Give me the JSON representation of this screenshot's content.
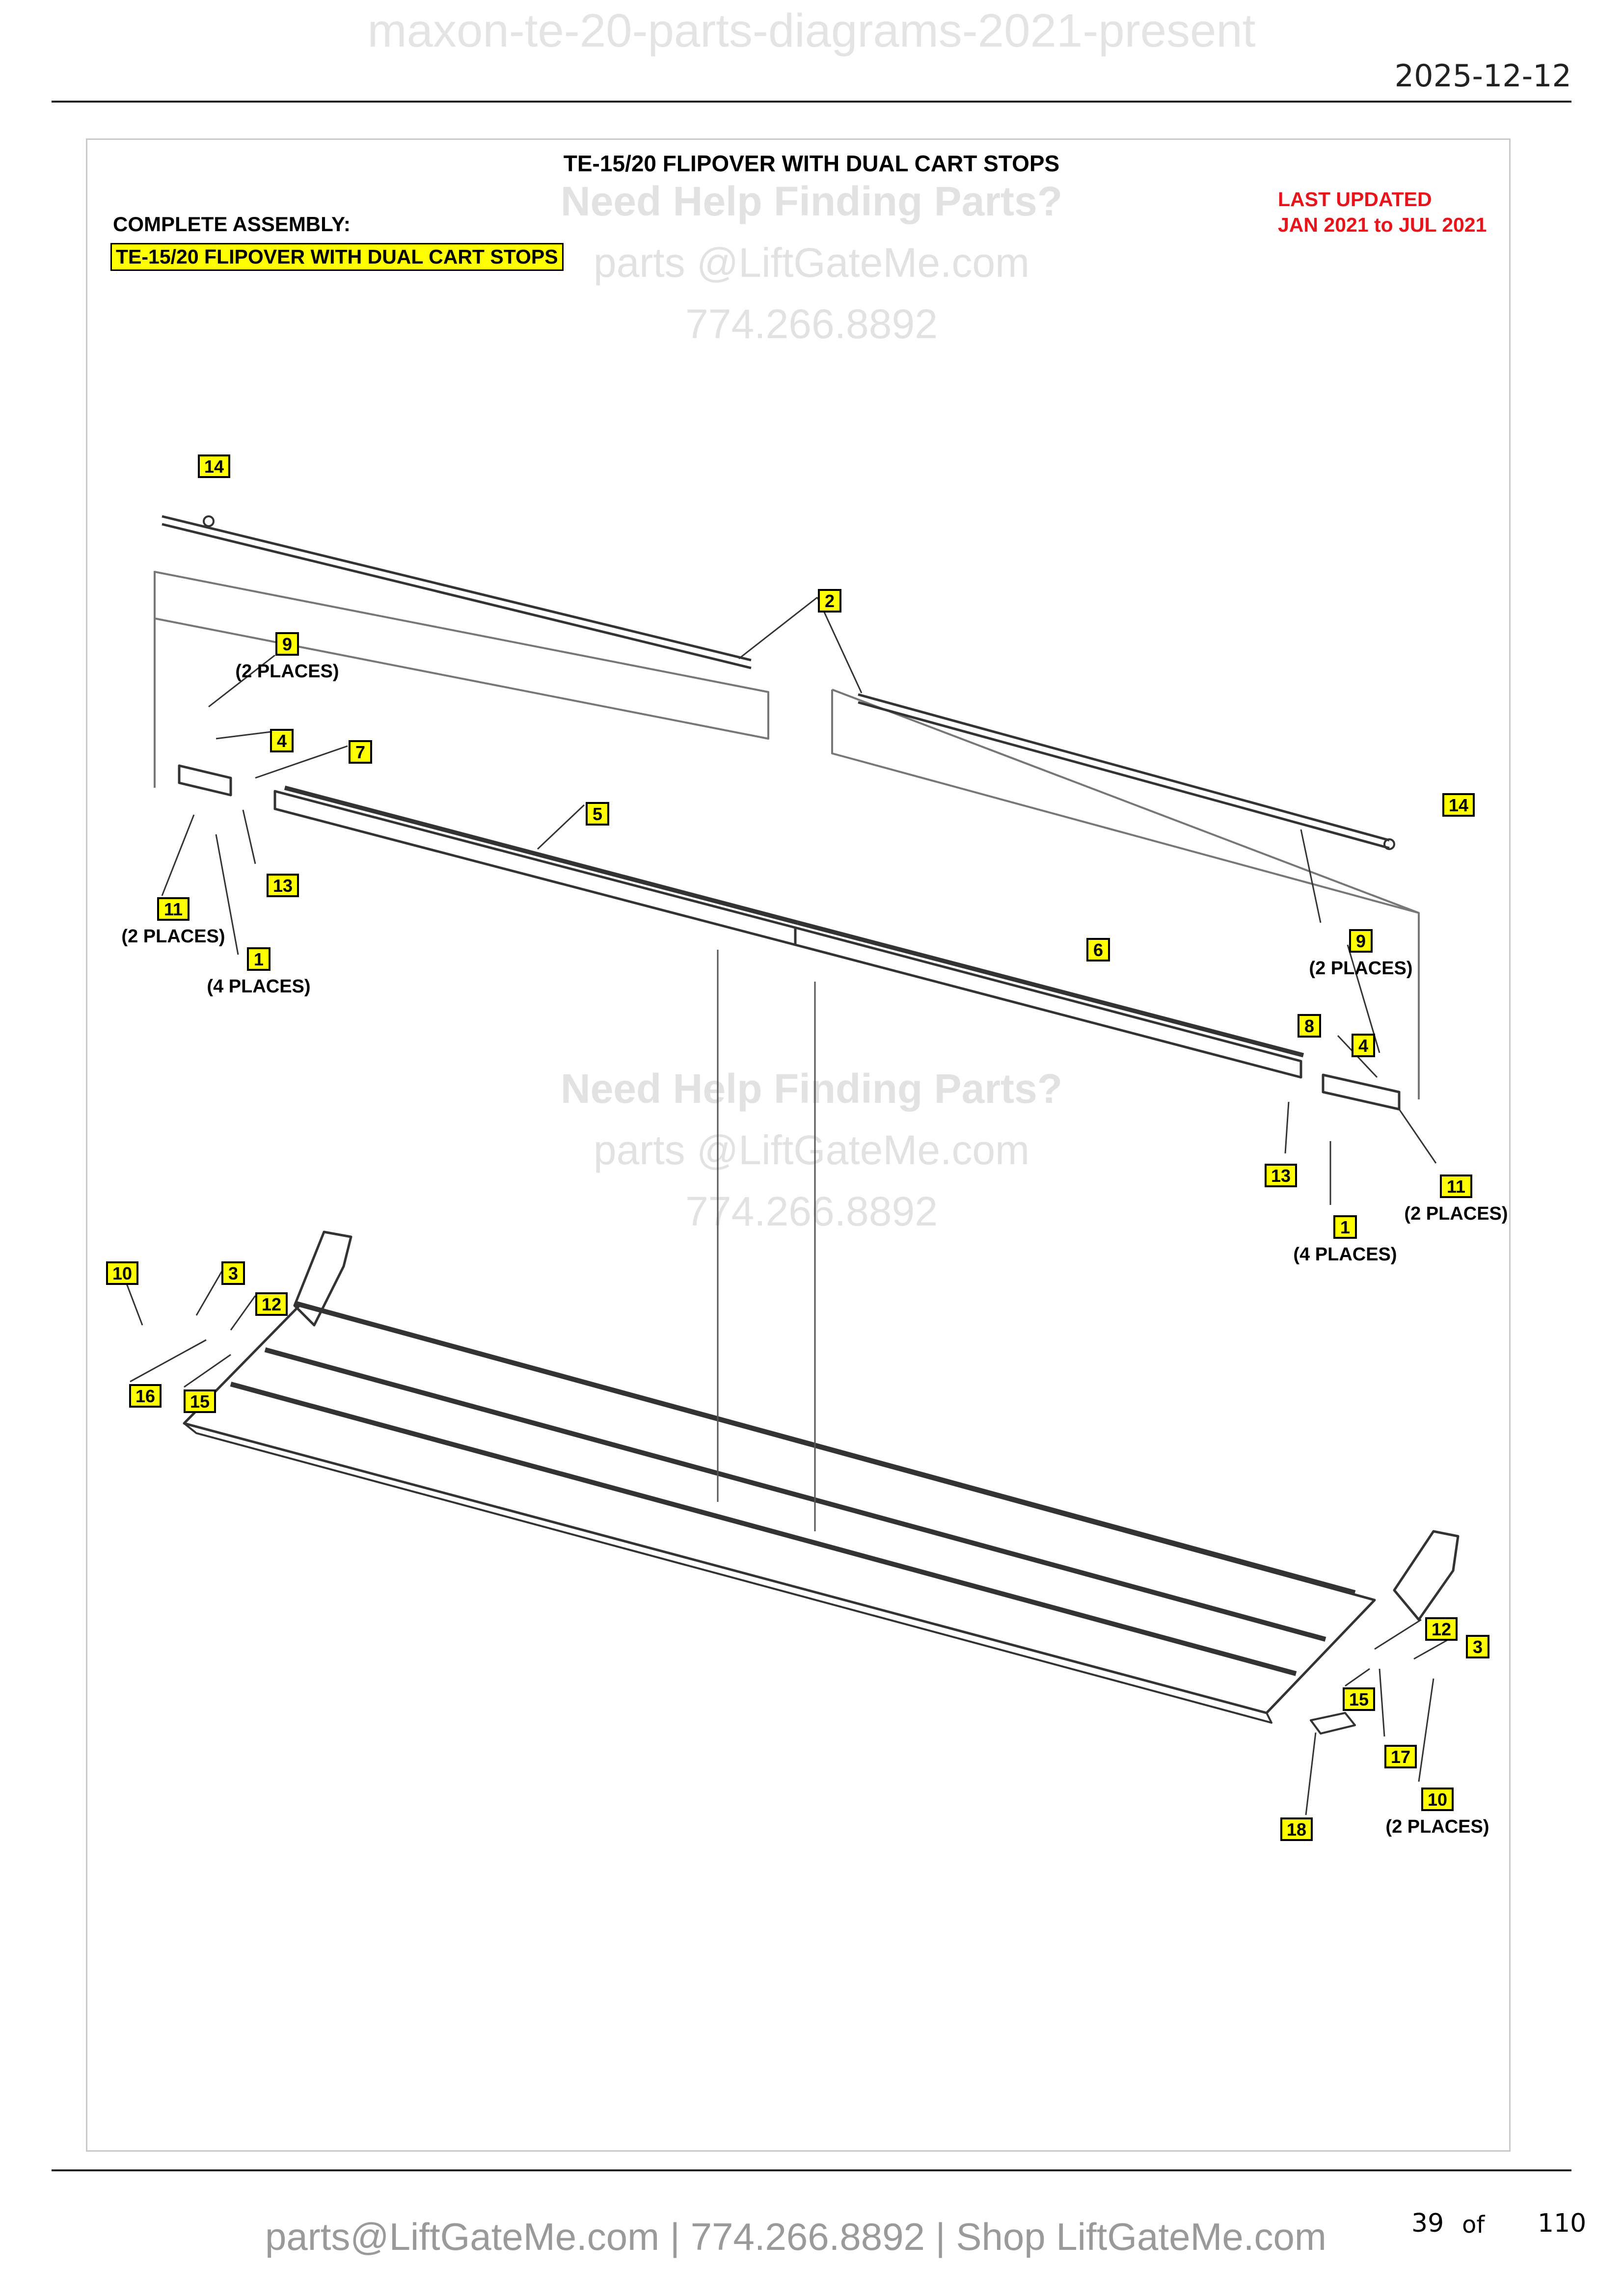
{
  "header": {
    "watermark": "maxon-te-20-parts-diagrams-2021-present",
    "date": "2025-12-12"
  },
  "sheet": {
    "title": "TE-15/20 FLIPOVER WITH DUAL CART STOPS",
    "assembly_label": "COMPLETE ASSEMBLY:",
    "assembly_name": "TE-15/20 FLIPOVER WITH DUAL CART STOPS",
    "last_updated_label": "LAST UPDATED",
    "last_updated_range": "JAN 2021 to JUL 2021"
  },
  "watermark": {
    "heading": "Need Help Finding Parts?",
    "email": "parts @LiftGateMe.com",
    "phone": "774.266.8892"
  },
  "callouts": [
    {
      "num": "14",
      "qty": ""
    },
    {
      "num": "2",
      "qty": ""
    },
    {
      "num": "9",
      "qty": "(2 PLACES)"
    },
    {
      "num": "4",
      "qty": ""
    },
    {
      "num": "7",
      "qty": ""
    },
    {
      "num": "5",
      "qty": ""
    },
    {
      "num": "13",
      "qty": ""
    },
    {
      "num": "11",
      "qty": "(2 PLACES)"
    },
    {
      "num": "1",
      "qty": "(4 PLACES)"
    },
    {
      "num": "14",
      "qty": ""
    },
    {
      "num": "6",
      "qty": ""
    },
    {
      "num": "9",
      "qty": "(2 PLACES)"
    },
    {
      "num": "8",
      "qty": ""
    },
    {
      "num": "4",
      "qty": ""
    },
    {
      "num": "13",
      "qty": ""
    },
    {
      "num": "11",
      "qty": "(2 PLACES)"
    },
    {
      "num": "1",
      "qty": "(4 PLACES)"
    },
    {
      "num": "10",
      "qty": ""
    },
    {
      "num": "3",
      "qty": ""
    },
    {
      "num": "12",
      "qty": ""
    },
    {
      "num": "16",
      "qty": ""
    },
    {
      "num": "15",
      "qty": ""
    },
    {
      "num": "12",
      "qty": ""
    },
    {
      "num": "3",
      "qty": ""
    },
    {
      "num": "15",
      "qty": ""
    },
    {
      "num": "17",
      "qty": ""
    },
    {
      "num": "10",
      "qty": "(2 PLACES)"
    },
    {
      "num": "18",
      "qty": ""
    }
  ],
  "footer": {
    "contact": "parts@LiftGateMe.com | 774.266.8892 | Shop LiftGateMe.com",
    "page": "39",
    "of": "of",
    "total": "110"
  }
}
